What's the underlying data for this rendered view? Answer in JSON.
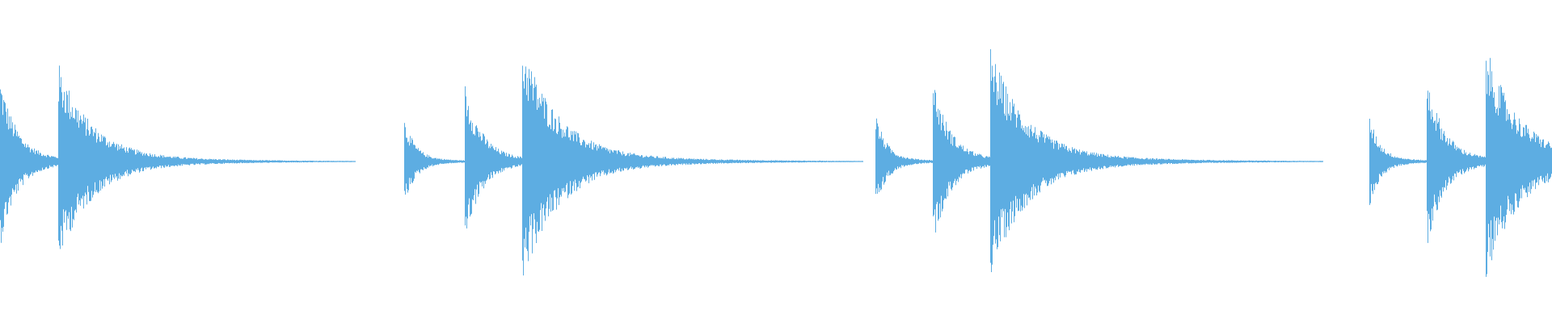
{
  "waveform": {
    "color": "#5dade2",
    "background": "#ffffff",
    "duration_fraction_note": "",
    "hits": [
      {
        "time": 0.0,
        "amplitude": 0.52,
        "decay": 0.03,
        "tail": 0.0
      },
      {
        "time": 0.037,
        "amplitude": 0.62,
        "decay": 0.06,
        "tail": 0.0
      },
      {
        "time": 0.075,
        "amplitude": 0.12,
        "decay": 0.035,
        "tail": 0.12
      },
      {
        "time": 0.26,
        "amplitude": 0.28,
        "decay": 0.02,
        "tail": 0.0
      },
      {
        "time": 0.299,
        "amplitude": 0.5,
        "decay": 0.03,
        "tail": 0.0
      },
      {
        "time": 0.336,
        "amplitude": 0.75,
        "decay": 0.065,
        "tail": 0.0
      },
      {
        "time": 0.374,
        "amplitude": 0.14,
        "decay": 0.035,
        "tail": 0.11
      },
      {
        "time": 0.564,
        "amplitude": 0.3,
        "decay": 0.02,
        "tail": 0.0
      },
      {
        "time": 0.601,
        "amplitude": 0.52,
        "decay": 0.03,
        "tail": 0.0
      },
      {
        "time": 0.638,
        "amplitude": 0.7,
        "decay": 0.065,
        "tail": 0.0
      },
      {
        "time": 0.677,
        "amplitude": 0.13,
        "decay": 0.035,
        "tail": 0.11
      },
      {
        "time": 0.882,
        "amplitude": 0.29,
        "decay": 0.02,
        "tail": 0.0
      },
      {
        "time": 0.919,
        "amplitude": 0.55,
        "decay": 0.03,
        "tail": 0.0
      },
      {
        "time": 0.957,
        "amplitude": 0.72,
        "decay": 0.06,
        "tail": 0.0
      },
      {
        "time": 0.99,
        "amplitude": 0.1,
        "decay": 0.02,
        "tail": 0.0
      }
    ]
  }
}
